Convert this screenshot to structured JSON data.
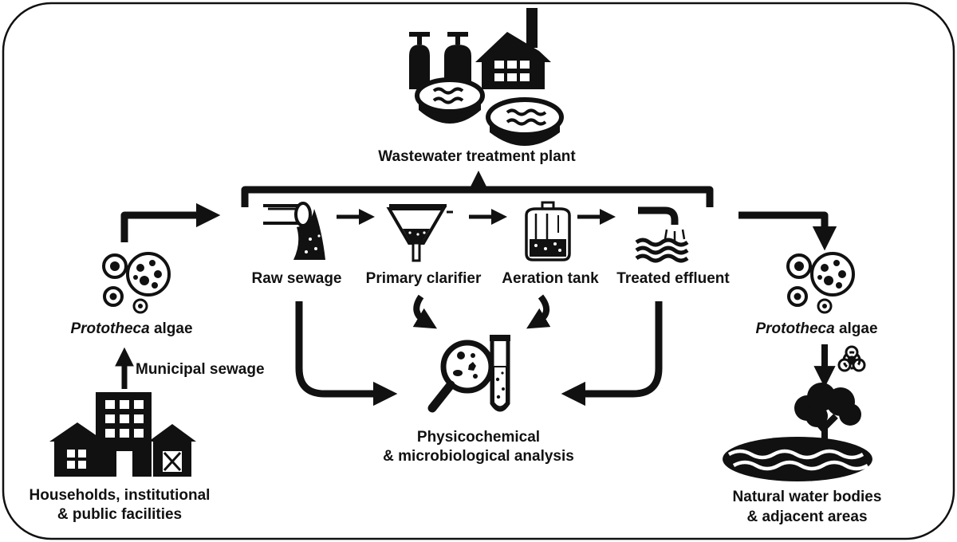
{
  "diagram": {
    "plant_label": "Wastewater treatment plant",
    "stages": [
      {
        "label": "Raw sewage",
        "icon": "raw-sewage-pipe-icon"
      },
      {
        "label": "Primary clarifier",
        "icon": "clarifier-funnel-icon"
      },
      {
        "label": "Aeration tank",
        "icon": "aeration-tank-icon"
      },
      {
        "label": "Treated effluent",
        "icon": "effluent-tap-icon"
      }
    ],
    "left": {
      "algae_name": "Prototheca",
      "algae_suffix": " algae",
      "flow_label": "Municipal sewage",
      "source_line1": "Households, institutional",
      "source_line2": "& public facilities"
    },
    "analysis": {
      "line1": "Physicochemical",
      "line2": "& microbiological analysis"
    },
    "right": {
      "algae_name": "Prototheca",
      "algae_suffix": " algae",
      "hazard_icon": "biohazard-icon",
      "sink_line1": "Natural water bodies",
      "sink_line2": "& adjacent areas"
    },
    "colors": {
      "ink": "#111111",
      "background": "#ffffff"
    }
  }
}
